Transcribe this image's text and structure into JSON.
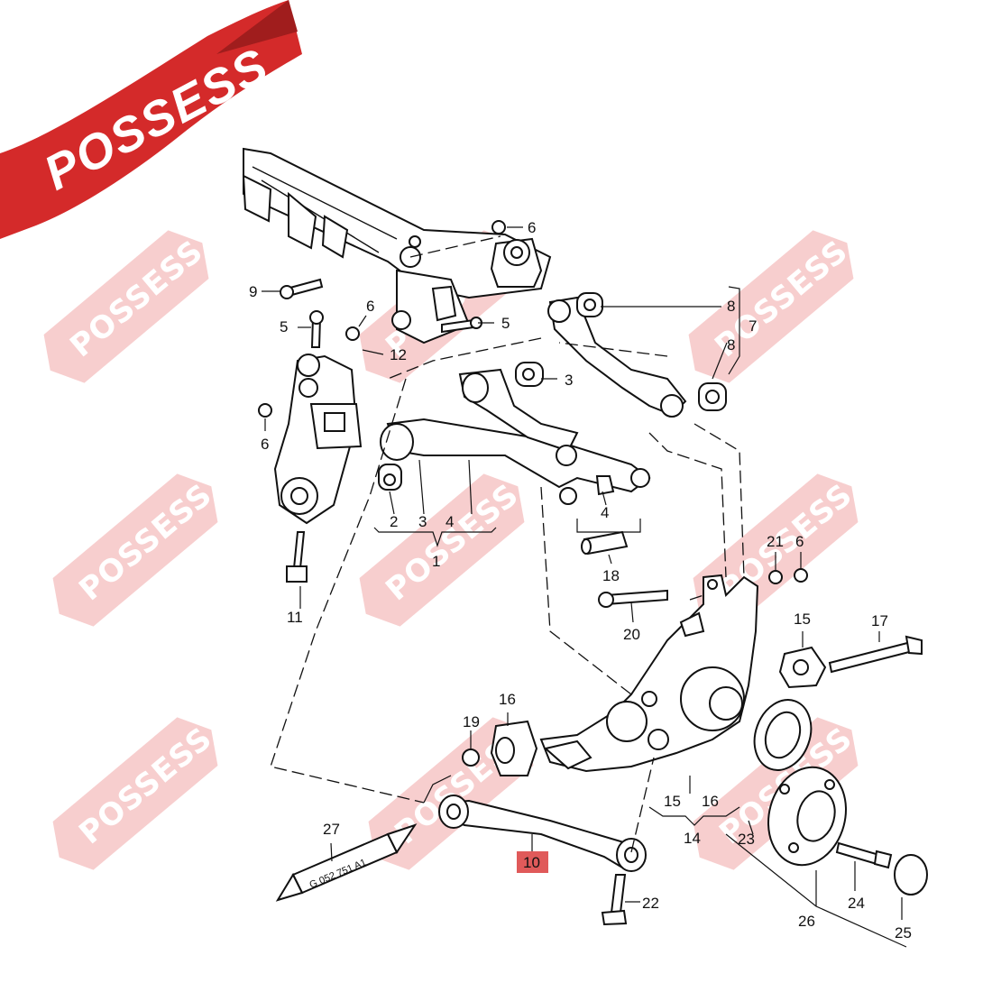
{
  "brand": {
    "banner_text": "POSSESS",
    "watermark_text": "POSSESS",
    "banner_color": "#d42a2a",
    "watermark_color": "#e86a6a"
  },
  "callouts": {
    "c1": "1",
    "c2": "2",
    "c3a": "3",
    "c3b": "3",
    "c4a": "4",
    "c4b": "4",
    "c5a": "5",
    "c5b": "5",
    "c6a": "6",
    "c6b": "6",
    "c6c": "6",
    "c6d": "6",
    "c7": "7",
    "c8a": "8",
    "c8b": "8",
    "c9": "9",
    "c10": "10",
    "c11": "11",
    "c12": "12",
    "c14": "14",
    "c15a": "15",
    "c15b": "15",
    "c16a": "16",
    "c16b": "16",
    "c17": "17",
    "c18": "18",
    "c19": "19",
    "c20": "20",
    "c21": "21",
    "c22": "22",
    "c23": "23",
    "c24": "24",
    "c25": "25",
    "c26": "26",
    "c27": "27"
  },
  "highlight": {
    "part": "10",
    "color": "#e05a5a"
  },
  "tube_label": "G  052  751  A1"
}
